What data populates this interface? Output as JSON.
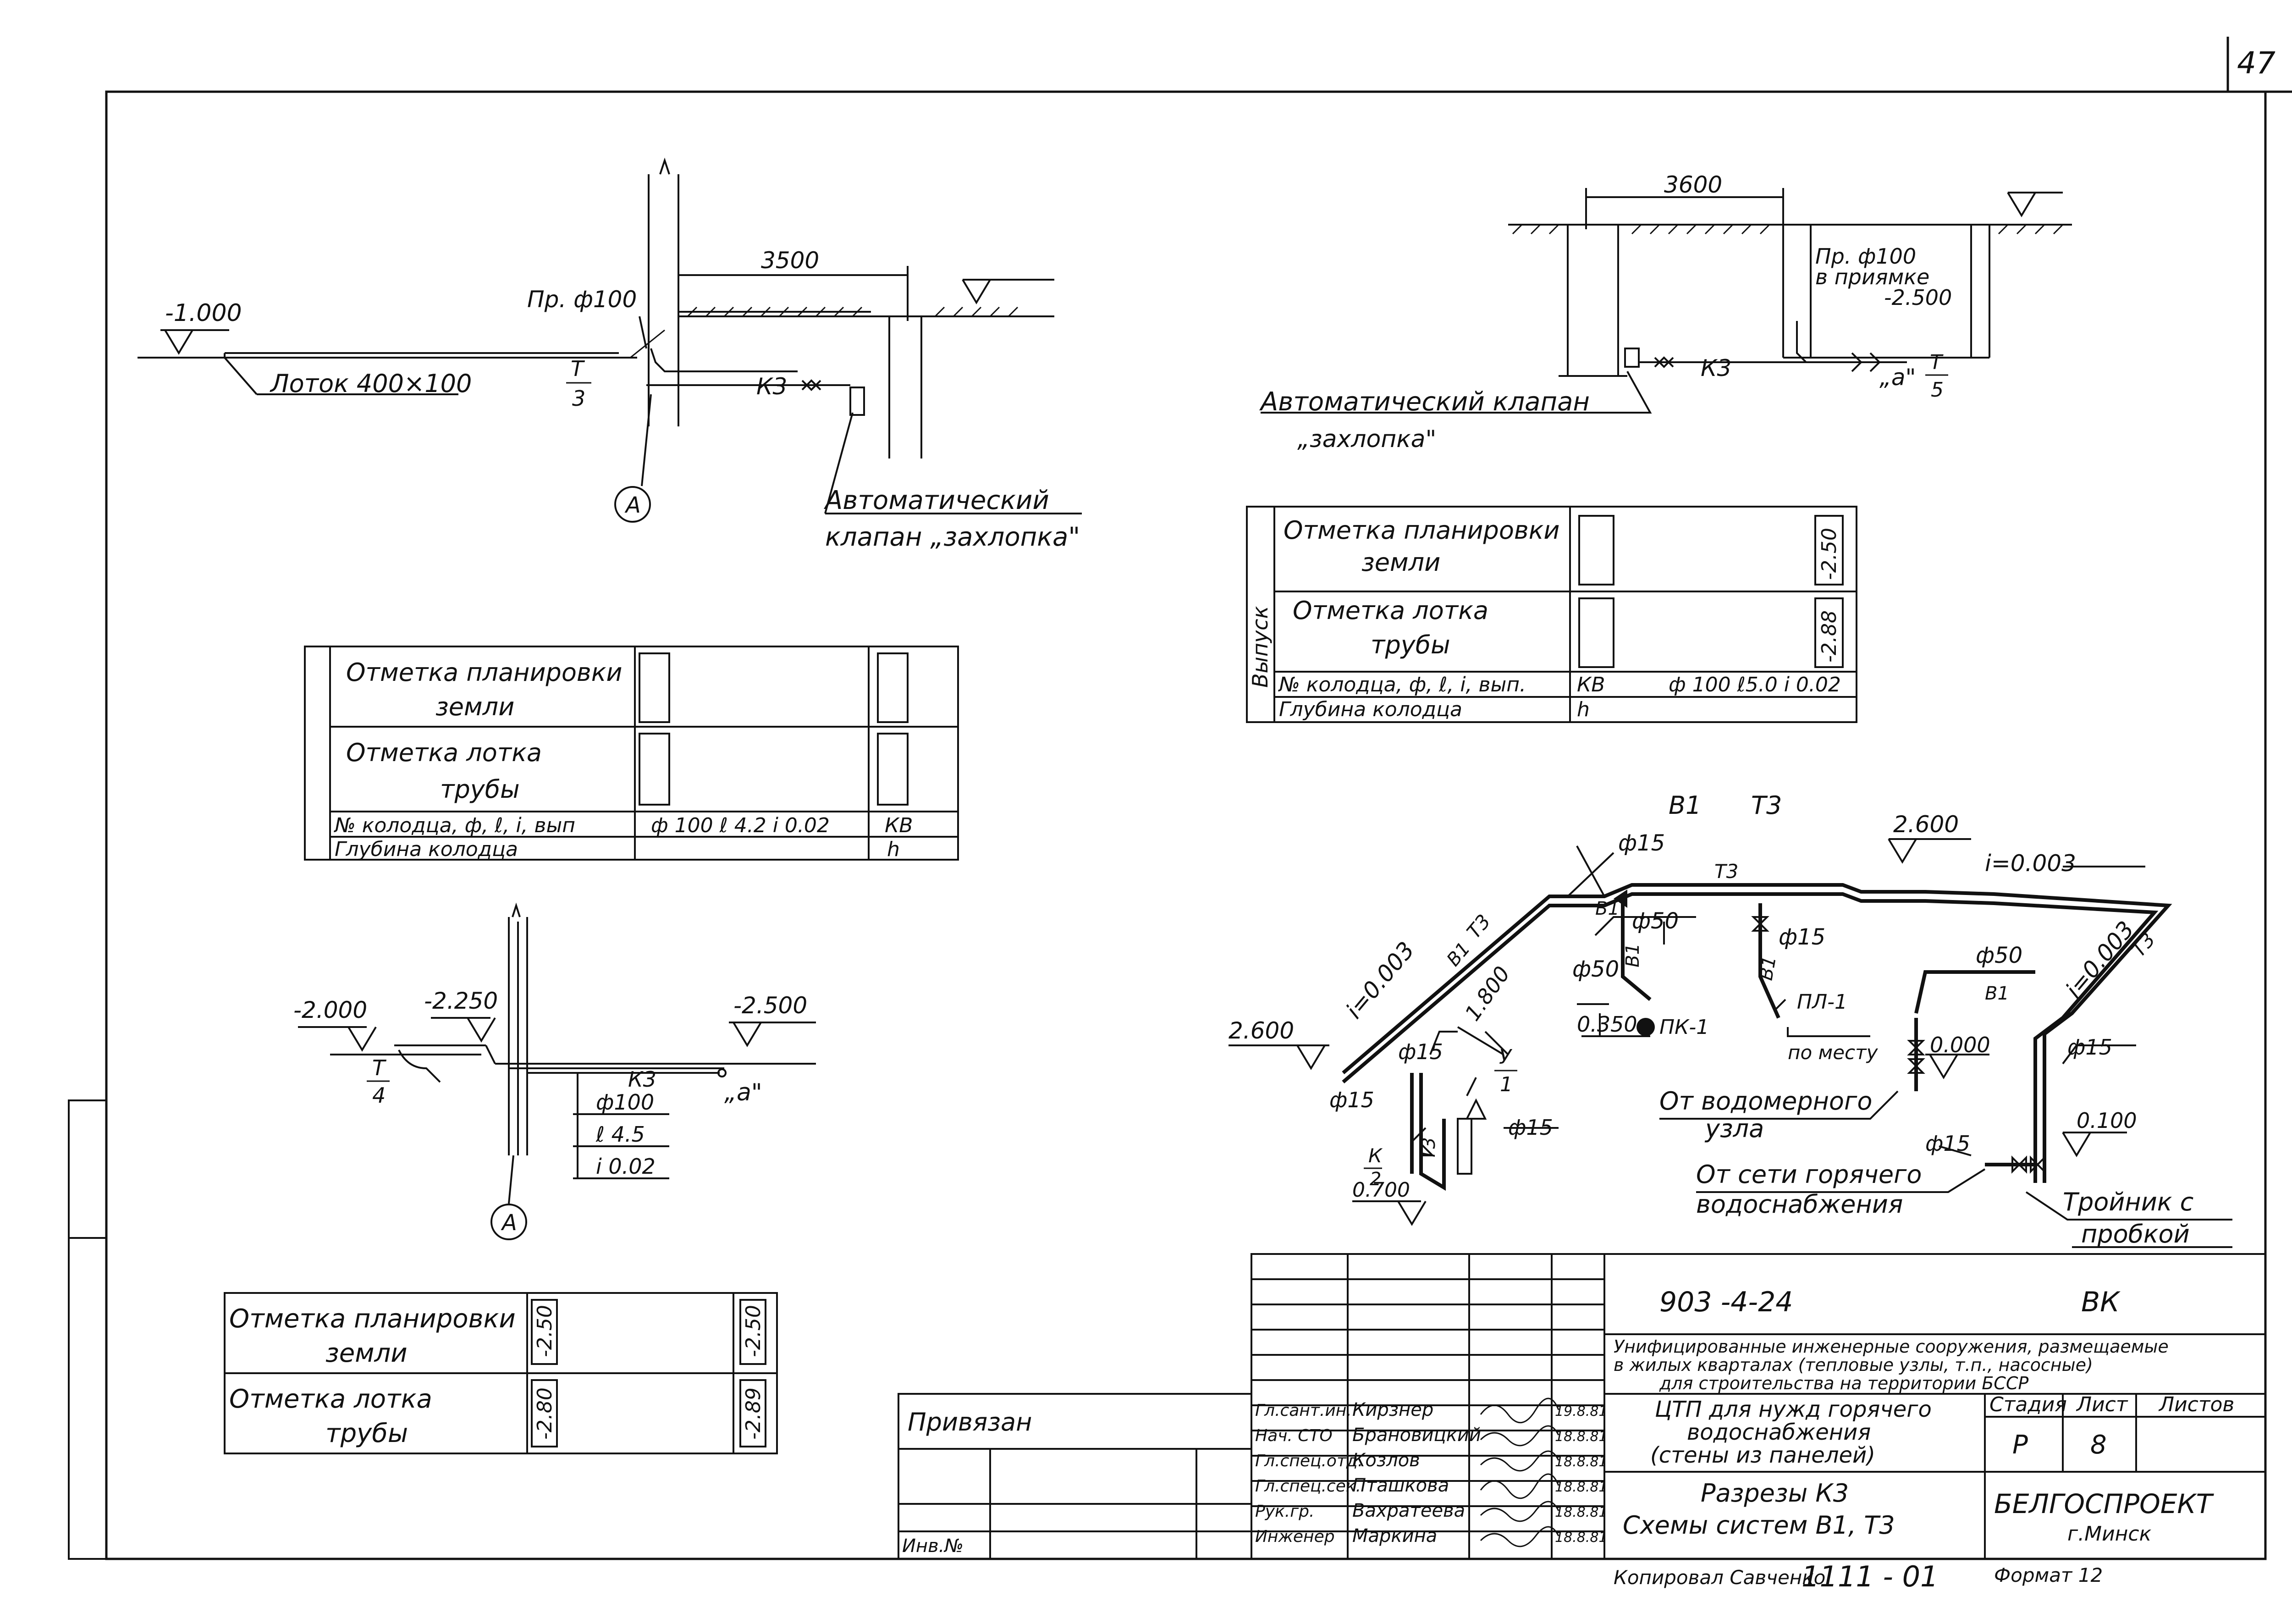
{
  "page": {
    "number": "47"
  },
  "section_k3_left": {
    "level_left": "-1.000",
    "pipe_label": "Пр. ф100",
    "dim_3500": "3500",
    "tray_label": "Лоток 400×100",
    "t_num": "Т",
    "t_den": "3",
    "k3": "К3",
    "axis_a": "А",
    "valve_l1": "Автоматический",
    "valve_l2": "клапан „захлопка\""
  },
  "section_k3_right": {
    "dim_3600": "3600",
    "pipe_l1": "Пр. ф100",
    "pipe_l2": "в приямке",
    "level": "-2.500",
    "k3": "К3",
    "a_label": "„а\"",
    "t_num": "Т",
    "t_den": "5",
    "valve_l1": "Автоматический клапан",
    "valve_l2": "„захлопка\""
  },
  "table_right": {
    "side_label": "Выпуск",
    "row1": [
      "Отметка планировки",
      "земли"
    ],
    "row2": [
      "Отметка лотка",
      "трубы"
    ],
    "row3": [
      "№ колодца, ф, ℓ, і, вып.",
      "КВ",
      "ф 100 ℓ5.0 і 0.02"
    ],
    "row4": [
      "Глубина колодца",
      "h"
    ],
    "val1": "-2.50",
    "val2": "-2.88"
  },
  "table_mid": {
    "row1": [
      "Отметка планировки",
      "земли"
    ],
    "row2": [
      "Отметка лотка",
      "трубы"
    ],
    "row3": [
      "№ колодца, ф, ℓ, і, вып",
      "ф 100  ℓ 4.2  і 0.02",
      "КВ"
    ],
    "row4": [
      "Глубина колодца",
      "h"
    ]
  },
  "section_bottom": {
    "l1": "-2.000",
    "l2": "-2.250",
    "l3": "-2.500",
    "t_num": "Т",
    "t_den": "4",
    "k3": "К3",
    "a_label": "„а\"",
    "d": "ф100",
    "len": "ℓ 4.5",
    "slope": "і 0.02",
    "axis_a": "А"
  },
  "table_bottom": {
    "row1": [
      "Отметка планировки",
      "земли"
    ],
    "row2": [
      "Отметка лотка",
      "трубы"
    ],
    "v1a": "-2.50",
    "v1b": "-2.50",
    "v2a": "-2.80",
    "v2b": "-2.89"
  },
  "scheme": {
    "title_b1": "В1",
    "title_t3": "Т3",
    "lvl_2600_top": "2.600",
    "slope_top": "і=0.003",
    "lvl_2600_left": "2.600",
    "slope_left": "і=0.003",
    "slope_right": "і=0.003",
    "d15_a": "ф15",
    "d50_a": "ф50",
    "d15_b": "ф15",
    "d50_b": "ф50",
    "d50_c": "ф50",
    "t3_a": "Т3",
    "t3_b": "Т3",
    "t3_c": "Т3",
    "t3_d": "Т3",
    "b1_a": "В1",
    "b1_b": "В1",
    "b1_c": "В1",
    "b1_d": "В1",
    "b1_e": "В1",
    "lvl_1800": "1.800",
    "lvl_0350": "0.350",
    "pk1": "ПК-1",
    "pl1": "ПЛ-1",
    "by_place": "по месту",
    "lvl_0000": "0.000",
    "d15_c": "ф15",
    "d15_d": "ф15",
    "d15_e": "ф15",
    "d15_f": "ф15",
    "d15_g": "ф15",
    "y_num": "У",
    "y_den": "1",
    "k_num": "К",
    "k_den": "2",
    "lvl_0700": "0.700",
    "water_l1": "От водомерного",
    "water_l2": "узла",
    "hot_l1": "От сети горячего",
    "hot_l2": "водоснабжения",
    "lvl_0100": "0.100",
    "tee_l1": "Тройник с",
    "tee_l2": "пробкой"
  },
  "title_block": {
    "code": "903 -4-24",
    "mark": "ВК",
    "desc_l1": "Унифицированные инженерные сооружения, размещаемые",
    "desc_l2": "в жилых кварталах (тепловые узлы, т.п., насосные)",
    "desc_l3": "для строительства на территории БССР",
    "obj_l1": "ЦТП для нужд горячего",
    "obj_l2": "водоснабжения",
    "obj_l3": "(стены из панелей)",
    "sheet_title_l1": "Разрезы К3",
    "sheet_title_l2": "Схемы систем  В1, Т3",
    "stage_h": "Стадия",
    "sheet_h": "Лист",
    "sheets_h": "Листов",
    "stage": "Р",
    "sheet": "8",
    "org_l1": "БЕЛГОСПРОЕКТ",
    "org_l2": "г.Минск",
    "roles": [
      "Гл.сант.ин.",
      "Нач. СТО",
      "Гл.спец.отд.",
      "Гл.спец.сек.",
      "Рук.гр.",
      "Инженер"
    ],
    "names": [
      "Кирзнер",
      "Брановицкий",
      "Козлов",
      "Пташкова",
      "Вахратеева",
      "Маркина"
    ],
    "dates": [
      "19.8.81",
      "18.8.81",
      "18.8.81",
      "18.8.81",
      "18.8.81",
      "18.8.81"
    ],
    "bound": "Привязан",
    "inv": "Инв.№",
    "copied": "Копировал  Савченко",
    "number": "1111 - 01",
    "format": "Формат 12"
  }
}
